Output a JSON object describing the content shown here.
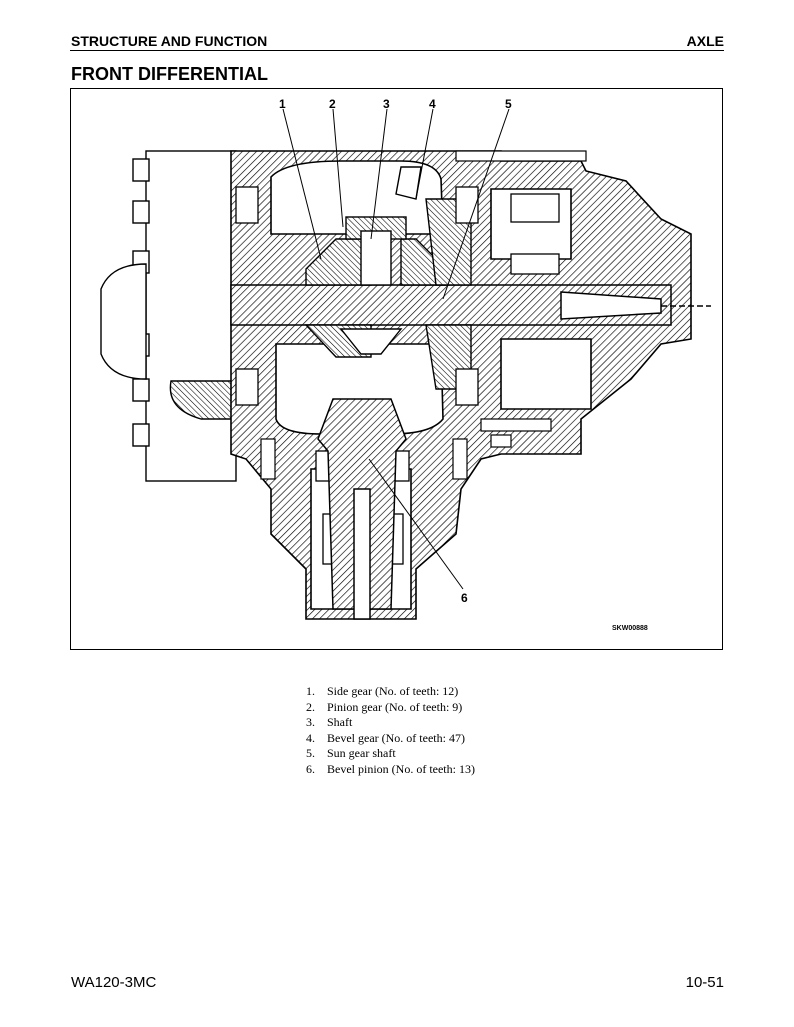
{
  "header": {
    "section": "STRUCTURE AND FUNCTION",
    "chapter": "AXLE"
  },
  "title": "FRONT DIFFERENTIAL",
  "figure": {
    "callouts": [
      "1",
      "2",
      "3",
      "4",
      "5",
      "6"
    ],
    "code": "SKW00888"
  },
  "legend": [
    {
      "num": "1.",
      "text": "Side gear (No. of teeth: 12)"
    },
    {
      "num": "2.",
      "text": "Pinion gear (No. of teeth: 9)"
    },
    {
      "num": "3.",
      "text": "Shaft"
    },
    {
      "num": "4.",
      "text": "Bevel gear (No. of teeth: 47)"
    },
    {
      "num": "5.",
      "text": "Sun gear shaft"
    },
    {
      "num": "6.",
      "text": "Bevel pinion (No. of teeth: 13)"
    }
  ],
  "footer": {
    "model": "WA120-3MC",
    "page": "10-51"
  }
}
